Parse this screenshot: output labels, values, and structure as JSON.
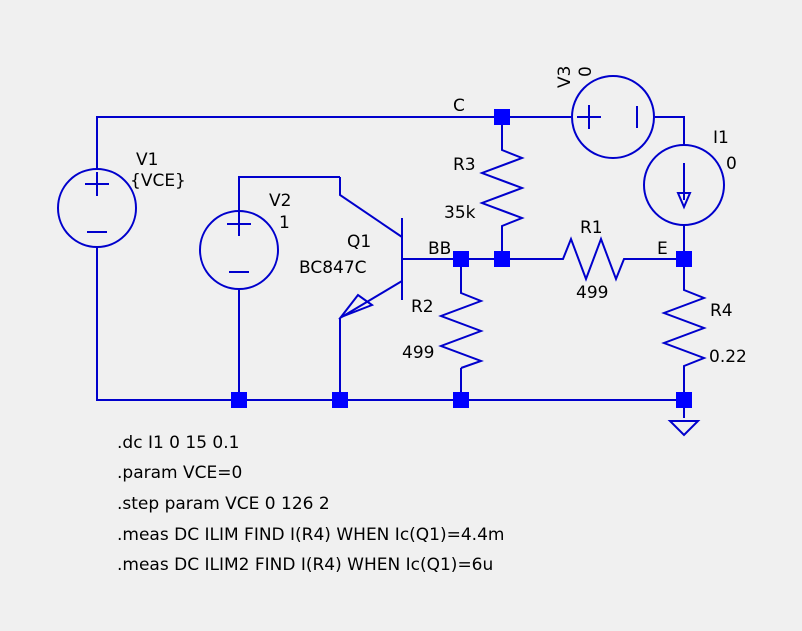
{
  "net_labels": {
    "c": "C",
    "bb": "BB",
    "e": "E"
  },
  "components": {
    "v1": {
      "name": "V1",
      "value": "{VCE}"
    },
    "v2": {
      "name": "V2",
      "value": "1"
    },
    "v3": {
      "name": "V3",
      "value": "0"
    },
    "i1": {
      "name": "I1",
      "value": "0"
    },
    "q1": {
      "name": "Q1",
      "value": "BC847C"
    },
    "r1": {
      "name": "R1",
      "value": "499"
    },
    "r2": {
      "name": "R2",
      "value": "499"
    },
    "r3": {
      "name": "R3",
      "value": "35k"
    },
    "r4": {
      "name": "R4",
      "value": "0.22"
    }
  },
  "directives": [
    ".dc I1 0 15 0.1",
    ".param VCE=0",
    ".step param VCE 0 126 2",
    ".meas DC ILIM FIND I(R4) WHEN Ic(Q1)=4.4m",
    ".meas DC ILIM2 FIND I(R4) WHEN Ic(Q1)=6u"
  ],
  "colors": {
    "wire": "#0000cc",
    "junction": "#0000ff",
    "background": "#f0f0f0",
    "text": "#000000"
  }
}
